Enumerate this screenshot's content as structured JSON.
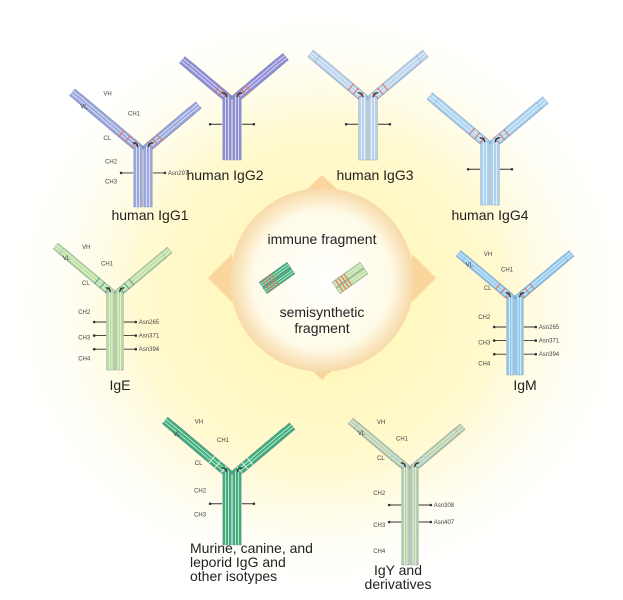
{
  "center": {
    "title": "immune fragment",
    "subtitle_line1": "semisynthetic",
    "subtitle_line2": "fragment"
  },
  "domain_labels": {
    "VH": "VH",
    "VL": "VL",
    "CH1": "CH1",
    "CL": "CL",
    "CH2": "CH2",
    "CH3": "CH3",
    "CH4": "CH4"
  },
  "antibodies": [
    {
      "id": "igg1",
      "name": [
        "human IgG1"
      ],
      "color": "#9aa6dc",
      "stripe": "#e07a5f",
      "sites": [
        "Asn297"
      ],
      "domains": true,
      "ch4": false
    },
    {
      "id": "igg2",
      "name": [
        "human IgG2"
      ],
      "color": "#8f8ed6",
      "stripe": "#e07a5f",
      "sites": [],
      "domains": false,
      "ch4": false
    },
    {
      "id": "igg3",
      "name": [
        "human IgG3"
      ],
      "color": "#b9d4ec",
      "stripe": "#e07a5f",
      "sites": [],
      "domains": false,
      "ch4": false
    },
    {
      "id": "igg4",
      "name": [
        "human IgG4"
      ],
      "color": "#a9d3f0",
      "stripe": "#e07a5f",
      "sites": [],
      "domains": false,
      "ch4": false
    },
    {
      "id": "ige",
      "name": [
        "IgE"
      ],
      "color": "#b9dc9a",
      "stripe": "#5aa6a0",
      "sites": [
        "Asn265",
        "Asn371",
        "Asn394"
      ],
      "domains": true,
      "ch4": true
    },
    {
      "id": "igm",
      "name": [
        "IgM"
      ],
      "color": "#8fc8ee",
      "stripe": "#e07a5f",
      "sites": [
        "Asn265",
        "Asn371",
        "Asn394"
      ],
      "domains": true,
      "ch4": true
    },
    {
      "id": "murine",
      "name": [
        "Murine, canine, and",
        "leporid IgG and",
        "other isotypes"
      ],
      "color": "#3fae78",
      "stripe": "#cdeedd",
      "sites": [],
      "domains": true,
      "ch4": false
    },
    {
      "id": "igy",
      "name": [
        "IgY and",
        "derivatives"
      ],
      "color": "#b7cfa8",
      "stripe": "#a8d4ee",
      "sites": [
        "Asn308",
        "Asn407"
      ],
      "domains": true,
      "ch4": true
    }
  ]
}
